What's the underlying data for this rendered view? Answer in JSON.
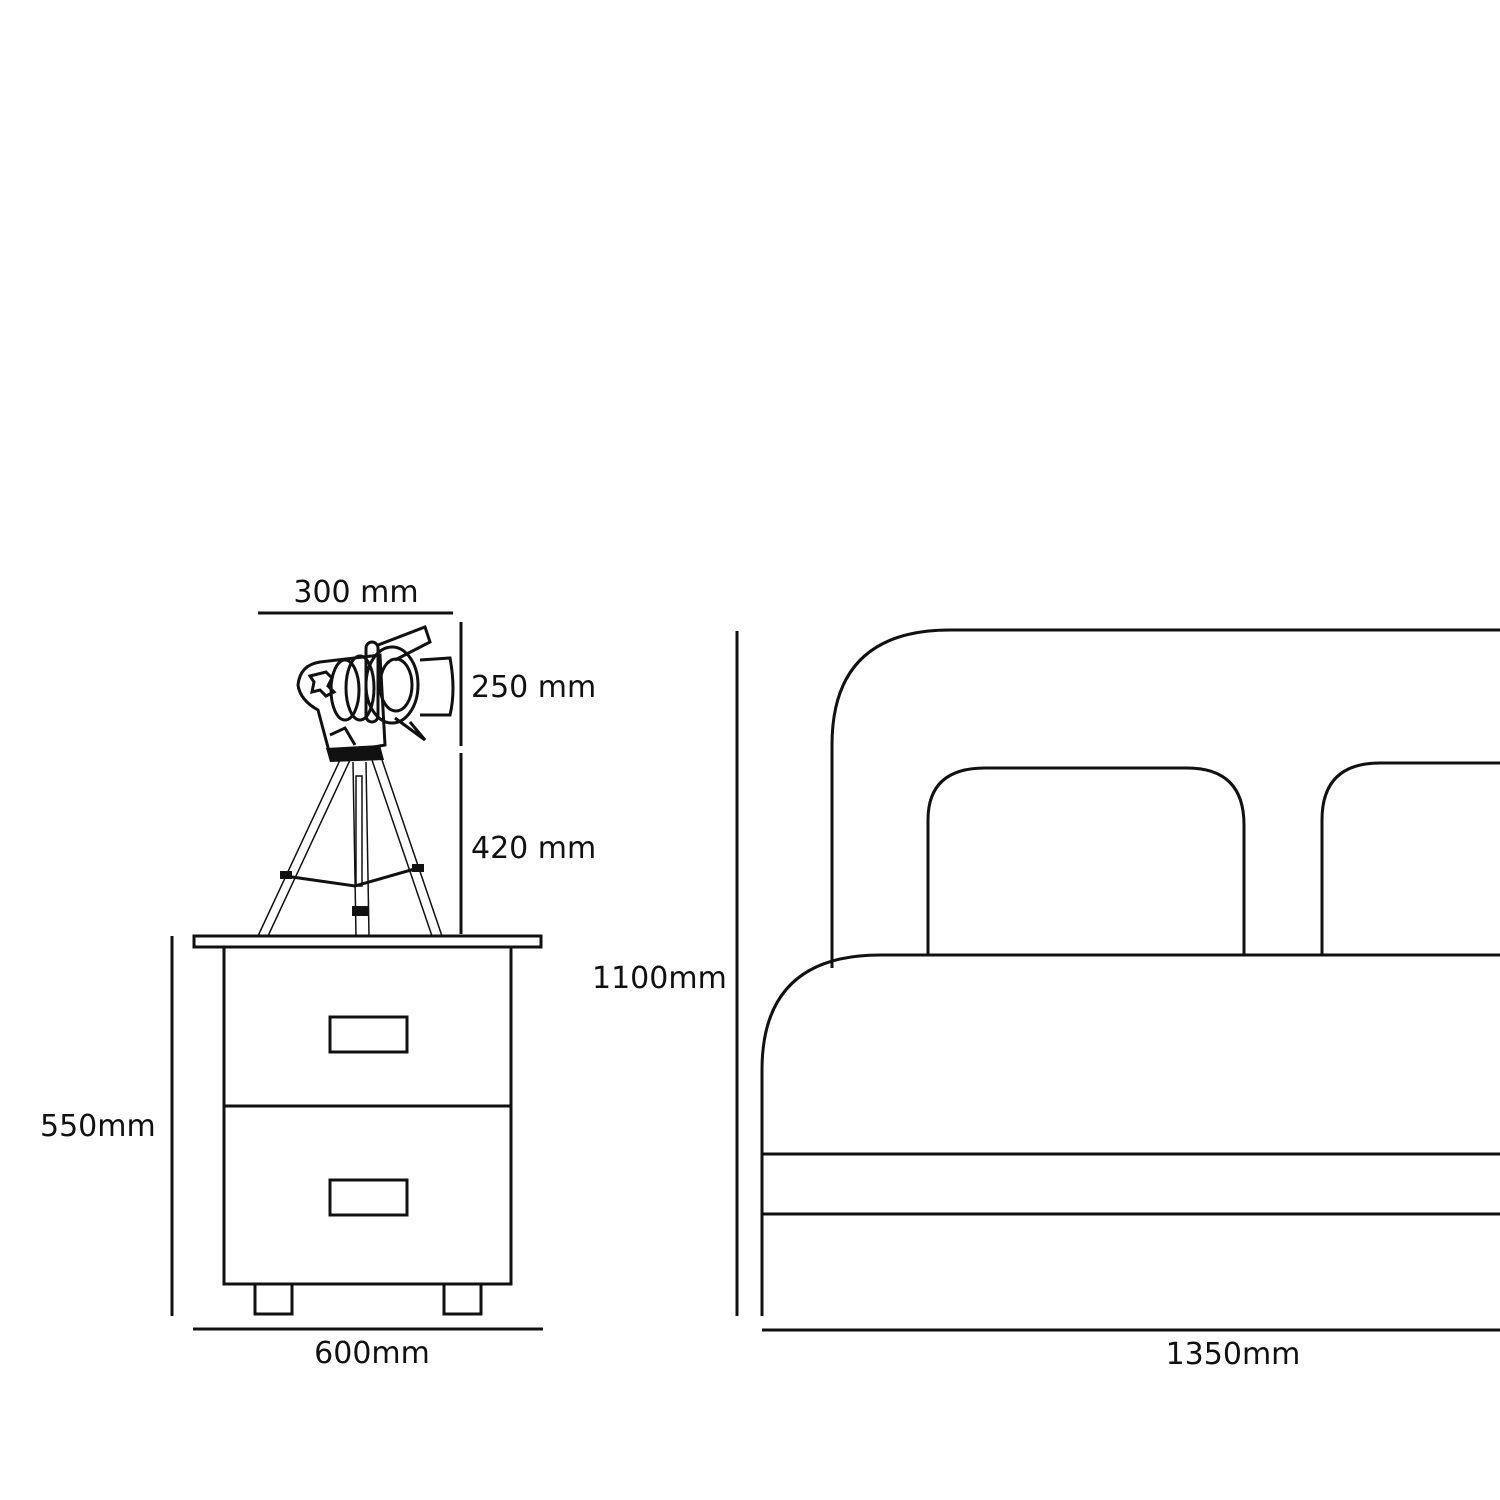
{
  "dimensions": {
    "lamp_width": "300 mm",
    "lamp_head_height": "250 mm",
    "lamp_tripod_height": "420 mm",
    "nightstand_height": "550mm",
    "nightstand_width": "600mm",
    "bed_height": "1100mm",
    "bed_width": "1350mm"
  },
  "colors": {
    "line": "#111111",
    "background": "#ffffff"
  }
}
